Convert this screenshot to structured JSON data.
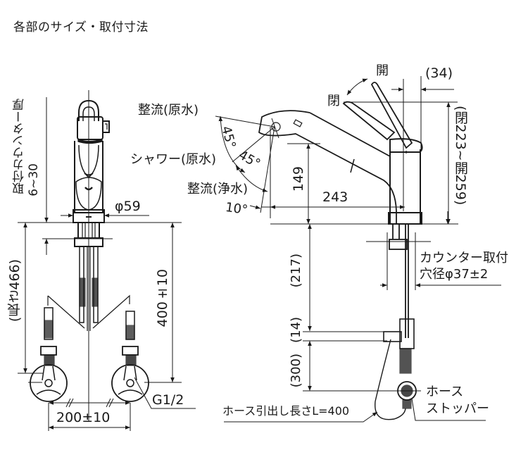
{
  "title": "各部のサイズ・取付寸法",
  "front_view": {
    "counter_thickness_label": "取付カウンター厚",
    "counter_thickness_value": "6~30",
    "base_diameter": "φ59",
    "length_label": "(長さ466)",
    "height_supply": "400±10",
    "supply_spacing": "200±10",
    "thread_size": "G1/2"
  },
  "side_view": {
    "lever_open": "開",
    "lever_closed": "閉",
    "lever_offset": "(34)",
    "height_range": "(閉223~開259)",
    "spout_height": "149",
    "spout_reach": "243",
    "mode_stream_raw": "整流(原水)",
    "mode_shower_raw": "シャワー(原水)",
    "mode_stream_purified": "整流(浄水)",
    "angle_1": "45°",
    "angle_2": "45°",
    "angle_3": "10°",
    "below_counter_1": "(217)",
    "below_counter_2": "(14)",
    "below_counter_3": "(300)",
    "hole_label_line1": "カウンター取付",
    "hole_label_line2": "穴径φ37±2",
    "hose_length": "ホース引出し長さL=400",
    "hose_stopper_line1": "ホース",
    "hose_stopper_line2": "ストッパー"
  },
  "colors": {
    "line": "#1a1a1a",
    "background": "#ffffff"
  }
}
